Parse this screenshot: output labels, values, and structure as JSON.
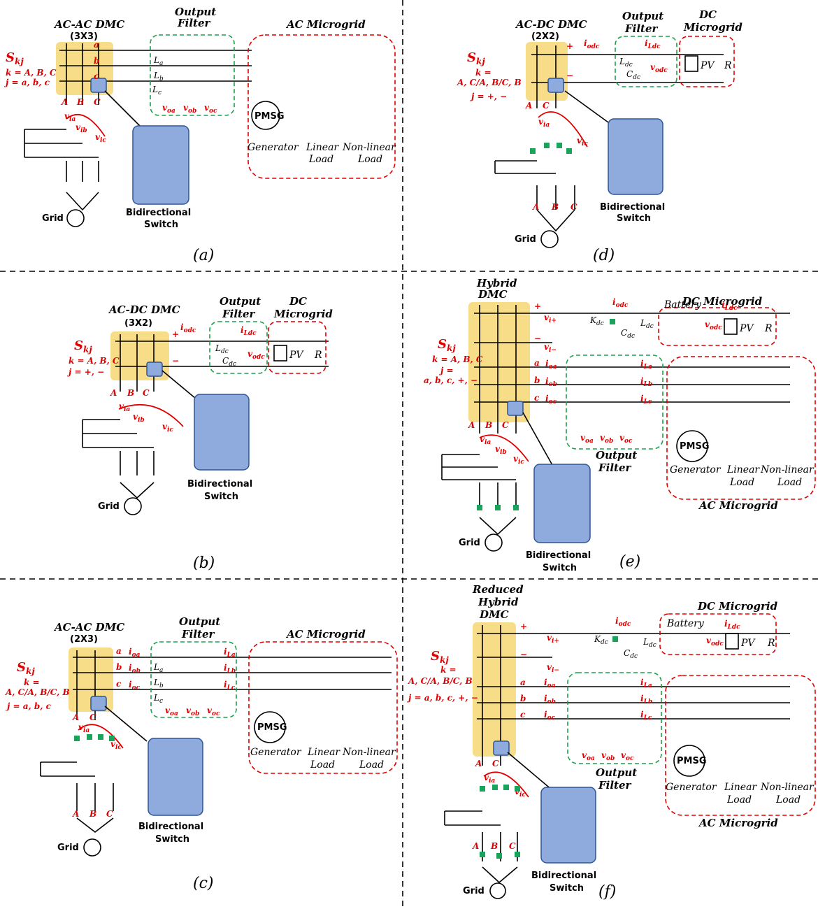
{
  "panels": {
    "a": {
      "label": "(a)",
      "dmc_title": "AC-AC DMC",
      "dmc_size": "(3X3)",
      "filter_title": [
        "Output",
        "Filter"
      ],
      "grid_title": "AC Microgrid",
      "skj": "S",
      "skj_sub": "kj",
      "k_line": "k = A, B, C",
      "j_line": "j = a, b, c"
    },
    "b": {
      "label": "(b)",
      "dmc_title": "AC-DC DMC",
      "dmc_size": "(3X2)",
      "filter_title": [
        "Output",
        "Filter"
      ],
      "grid_title": [
        "DC",
        "Microgrid"
      ],
      "k_line": "k = A, B, C",
      "j_line": "j = +, −"
    },
    "c": {
      "label": "(c)",
      "dmc_title": "AC-AC DMC",
      "dmc_size": "(2X3)",
      "filter_title": [
        "Output",
        "Filter"
      ],
      "grid_title": "AC Microgrid",
      "k_line": [
        "k =",
        "A, C/A, B/C, B"
      ],
      "j_line": "j = a, b, c"
    },
    "d": {
      "label": "(d)",
      "dmc_title": "AC-DC DMC",
      "dmc_size": "(2X2)",
      "filter_title": [
        "Output",
        "Filter"
      ],
      "grid_title": [
        "DC",
        "Microgrid"
      ],
      "k_line": [
        "k =",
        "A, C/A, B/C, B"
      ],
      "j_line": "j = +, −"
    },
    "e": {
      "label": "(e)",
      "dmc_title": [
        "Hybrid",
        "DMC"
      ],
      "filter_title": [
        "Output",
        "Filter"
      ],
      "dc_title": "DC Microgrid",
      "ac_title": "AC Microgrid",
      "k_line": "k = A, B, C",
      "j_line": [
        "j =",
        "a, b, c, +, −"
      ]
    },
    "f": {
      "label": "(f)",
      "dmc_title": [
        "Reduced",
        "Hybrid",
        "DMC"
      ],
      "filter_title": [
        "Output",
        "Filter"
      ],
      "dc_title": "DC Microgrid",
      "ac_title": "AC Microgrid",
      "k_line": [
        "k =",
        "A, C/A, B/C, B"
      ],
      "j_line": "j = a, b, c, +, −"
    }
  },
  "common": {
    "bidirectional": [
      "Bidirectional",
      "Switch"
    ],
    "grid": "Grid",
    "pmsg": "PMSG",
    "generator": "Generator",
    "linear_load": [
      "Linear",
      "Load"
    ],
    "nonlinear_load": [
      "Non-linear",
      "Load"
    ],
    "battery": "Battery",
    "pv": "PV",
    "r": "R",
    "phase_in": [
      "A",
      "B",
      "C"
    ],
    "phase_out": [
      "a",
      "b",
      "c"
    ],
    "currents_out": [
      "i",
      "i",
      "i"
    ],
    "colors": {
      "dmc": "#f7d774",
      "switch": "#8faadc",
      "filter_box": "#1fa04a",
      "grid_box": "#e00000",
      "annotation": "#e00000",
      "switch_k": "#19a35b"
    }
  }
}
